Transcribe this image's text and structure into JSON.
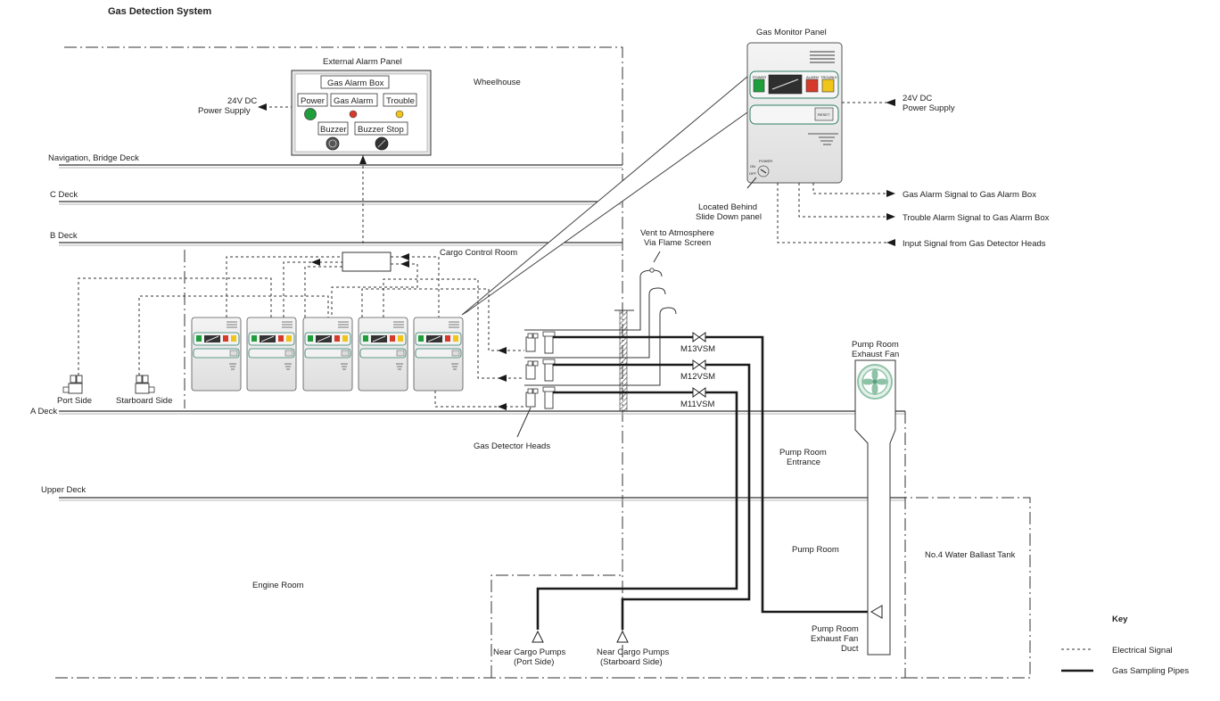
{
  "title": "Gas Detection System",
  "decks": {
    "nav": "Navigation, Bridge Deck",
    "c": "C Deck",
    "b": "B Deck",
    "a": "A Deck",
    "upper": "Upper Deck"
  },
  "spaces": {
    "wheelhouse": "Wheelhouse",
    "cargo_control_room": "Cargo Control Room",
    "engine_room": "Engine Room",
    "pump_room": "Pump Room",
    "pump_room_entrance_1": "Pump Room",
    "pump_room_entrance_2": "Entrance",
    "ballast_tank": "No.4 Water Ballast Tank"
  },
  "external_alarm_panel": {
    "title": "External Alarm Panel",
    "box_title": "Gas Alarm Box",
    "power": "Power",
    "gas_alarm": "Gas Alarm",
    "trouble": "Trouble",
    "buzzer": "Buzzer",
    "buzzer_stop": "Buzzer Stop"
  },
  "power_supply_left": {
    "line1": "24V DC",
    "line2": "Power Supply"
  },
  "power_supply_right": {
    "line1": "24V DC",
    "line2": "Power Supply"
  },
  "gas_monitor_panel": {
    "title": "Gas Monitor Panel",
    "btn_power": "POWER",
    "btn_alarm": "ALARM",
    "btn_trouble": "TROUBLE",
    "btn_reset": "RESET",
    "switch_label": "POWER",
    "switch_on": "ON",
    "switch_off": "OFF"
  },
  "slide_note": {
    "line1": "Located Behind",
    "line2": "Slide Down panel"
  },
  "signals": {
    "gas_alarm": "Gas Alarm Signal to Gas Alarm Box",
    "trouble": "Trouble Alarm Signal to Gas Alarm Box",
    "input": "Input Signal from Gas Detector Heads"
  },
  "vent": {
    "line1": "Vent to Atmosphere",
    "line2": "Via Flame Screen"
  },
  "valves": [
    "M13VSM",
    "M12VSM",
    "M11VSM"
  ],
  "sensors": {
    "port": "Port Side",
    "starboard": "Starboard Side"
  },
  "gas_detector_heads": "Gas Detector Heads",
  "exhaust_fan": {
    "line1": "Pump Room",
    "line2": "Exhaust Fan"
  },
  "exhaust_duct": {
    "line1": "Pump Room",
    "line2": "Exhaust Fan",
    "line3": "Duct"
  },
  "cargo_pumps_port": {
    "line1": "Near Cargo Pumps",
    "line2": "(Port Side)"
  },
  "cargo_pumps_stbd": {
    "line1": "Near Cargo Pumps",
    "line2": "(Starboard Side)"
  },
  "key": {
    "title": "Key",
    "electrical": "Electrical Signal",
    "pipes": "Gas Sampling Pipes"
  },
  "colors": {
    "led_green": "#1f9e3c",
    "led_red": "#d63a2a",
    "led_yellow": "#f0c419",
    "panel_accent": "#2e7d67",
    "fan_green": "#8fc3a8"
  }
}
